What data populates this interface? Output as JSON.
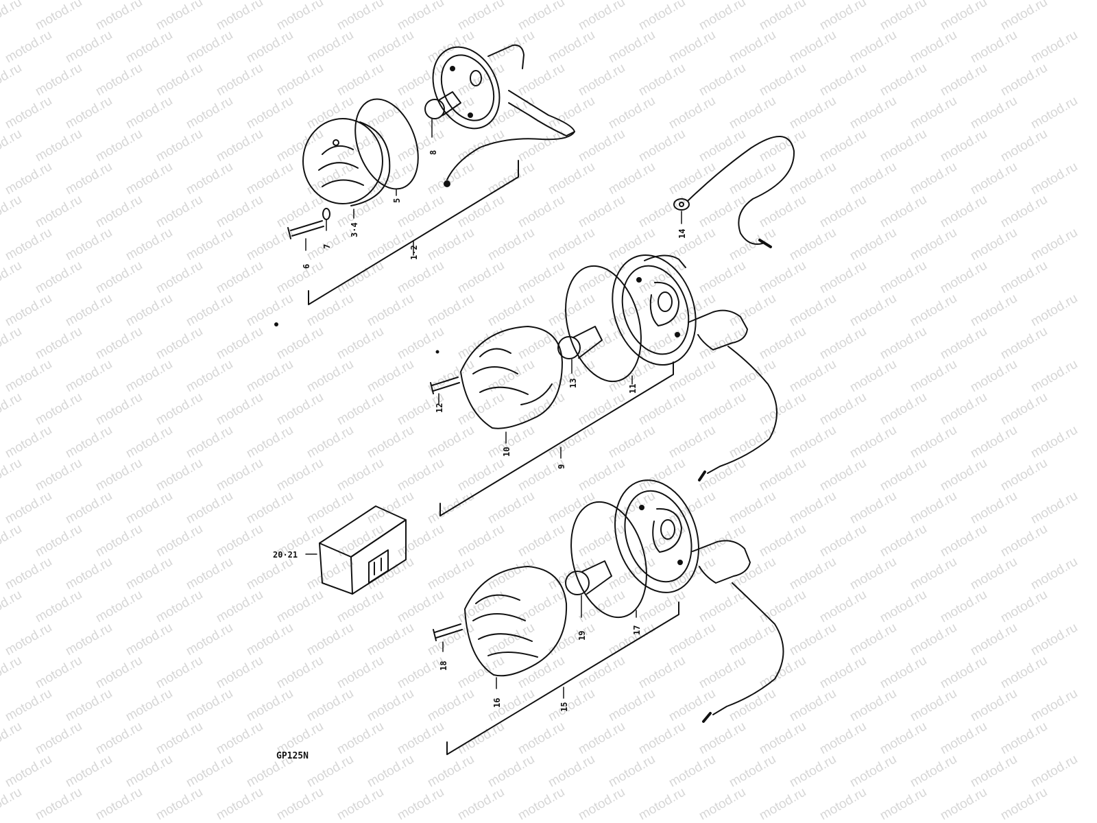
{
  "watermark": {
    "text": "motod.ru"
  },
  "diagram_code": "GP125N",
  "callouts": {
    "c1": "1·2",
    "c3": "3·4",
    "c5": "5",
    "c6": "6",
    "c7": "7",
    "c8": "8",
    "c9": "9",
    "c10": "10",
    "c11": "11",
    "c12": "12",
    "c13": "13",
    "c14": "14",
    "c15": "15",
    "c16": "16",
    "c17": "17",
    "c18": "18",
    "c19": "19",
    "c20": "20·21"
  }
}
